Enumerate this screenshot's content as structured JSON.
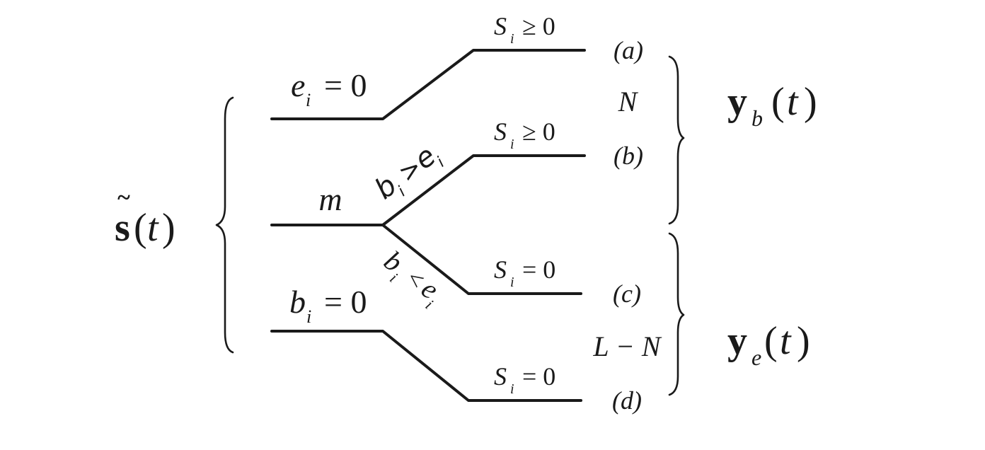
{
  "root": {
    "symbol": "s",
    "tilde": "~",
    "arg_open": "(",
    "arg_var": "t",
    "arg_close": ")"
  },
  "branches": {
    "top": {
      "var": "e",
      "sub": "i",
      "rel": "= 0"
    },
    "middle": {
      "label": "m",
      "up_edge": {
        "var": "b",
        "sub": "i",
        "rel": ">",
        "rhs": "e",
        "rhs_sub": "i"
      },
      "down_edge": {
        "var": "b",
        "sub": "i",
        "rel": "<",
        "rhs": "e",
        "rhs_sub": "i"
      }
    },
    "bottom": {
      "var": "b",
      "sub": "i",
      "rel": "= 0"
    }
  },
  "outcomes": [
    {
      "var": "S",
      "sub": "i",
      "rel": "≥ 0",
      "tag": "(a)",
      "tag_letter": "a"
    },
    {
      "var": "S",
      "sub": "i",
      "rel": "≥ 0",
      "tag": "(b)",
      "tag_letter": "b"
    },
    {
      "var": "S",
      "sub": "i",
      "rel": "= 0",
      "tag": "(c)",
      "tag_letter": "c"
    },
    {
      "var": "S",
      "sub": "i",
      "rel": "= 0",
      "tag": "(d)",
      "tag_letter": "d"
    }
  ],
  "groups": {
    "upper": {
      "count": "N",
      "output_symbol": "y",
      "output_sub": "b",
      "arg_open": "(",
      "arg_var": "t",
      "arg_close": ")"
    },
    "lower": {
      "count": "L − N",
      "output_symbol": "y",
      "output_sub": "e",
      "arg_open": "(",
      "arg_var": "t",
      "arg_close": ")"
    }
  }
}
